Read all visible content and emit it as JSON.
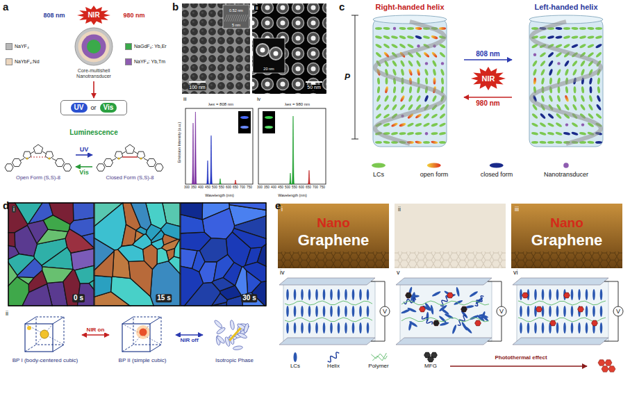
{
  "diagram": {
    "nodes": [
      {
        "text": [
          "Core-multishell Nanotransducer"
        ]
      },
      {
        "text": [
          "UV",
          "or",
          "Vis"
        ]
      },
      {
        "text": [
          "Open Form (S,S)-8"
        ]
      },
      {
        "text": [
          "Closed Form (S,S)-8"
        ]
      },
      {
        "text": [
          "Right-handed helix"
        ]
      },
      {
        "text": [
          "Left-handed helix"
        ]
      },
      {
        "text": [
          "BP I (body-centered cubic)"
        ]
      },
      {
        "text": [
          "BP II (simple cubic)"
        ]
      },
      {
        "text": [
          "Isotropic Phase"
        ]
      }
    ],
    "edges": [
      {
        "from": 0,
        "to": 1,
        "arrow": "to"
      },
      {
        "from": 2,
        "to": 3,
        "arrow": "to",
        "label": "UV"
      },
      {
        "from": 3,
        "to": 2,
        "arrow": "to",
        "label": "Vis"
      },
      {
        "from": 4,
        "to": 5,
        "arrow": "to",
        "label": "808 nm"
      },
      {
        "from": 5,
        "to": 4,
        "arrow": "to",
        "label": "980 nm"
      },
      {
        "from": 6,
        "to": 7,
        "arrow": "both",
        "label": "NIR on"
      },
      {
        "from": 7,
        "to": 8,
        "arrow": "both",
        "label": "NIR off"
      }
    ],
    "labels": [
      "a",
      "NIR",
      "808 nm",
      "980 nm",
      "Luminescence",
      "b",
      "0.52 nm",
      "5 nm",
      "100 nm",
      "ii",
      "20 nm",
      "50 nm",
      "iii",
      "iv",
      "λex = 808 nm",
      "λex = 980 nm",
      "Emission Intensity (a.u.)",
      "Wavelength (nm)",
      "Wavelength (nm)",
      "300",
      "350",
      "400",
      "450",
      "500",
      "550",
      "600",
      "650",
      "700",
      "750",
      "300",
      "350",
      "400",
      "450",
      "500",
      "550",
      "600",
      "650",
      "700",
      "750",
      "c",
      "P",
      "NIR",
      "d",
      "i",
      "0 s",
      "15 s",
      "30 s",
      "ii",
      "e",
      "i",
      "ii",
      "iii",
      "Nano",
      "Graphene",
      "Nano",
      "Graphene",
      "iv",
      "v",
      "vi",
      "V",
      "V",
      "V",
      "Photothermal effect"
    ],
    "legend": [
      {
        "text": "NaYF₄",
        "color": "#b8b8b8"
      },
      {
        "text": "NaGdF₄: Yb,Er",
        "color": "#3aaa4a"
      },
      {
        "text": "NaYbF₄:Nd",
        "color": "#ecd6be"
      },
      {
        "text": "NaYF₄: Yb,Tm",
        "color": "#8e5cb0"
      },
      {
        "text": "LCs"
      },
      {
        "text": "open form"
      },
      {
        "text": "closed form"
      },
      {
        "text": "Nanotransducer"
      },
      {
        "text": "LCs"
      },
      {
        "text": "Helix"
      },
      {
        "text": "Polymer"
      },
      {
        "text": "MFG"
      }
    ]
  }
}
